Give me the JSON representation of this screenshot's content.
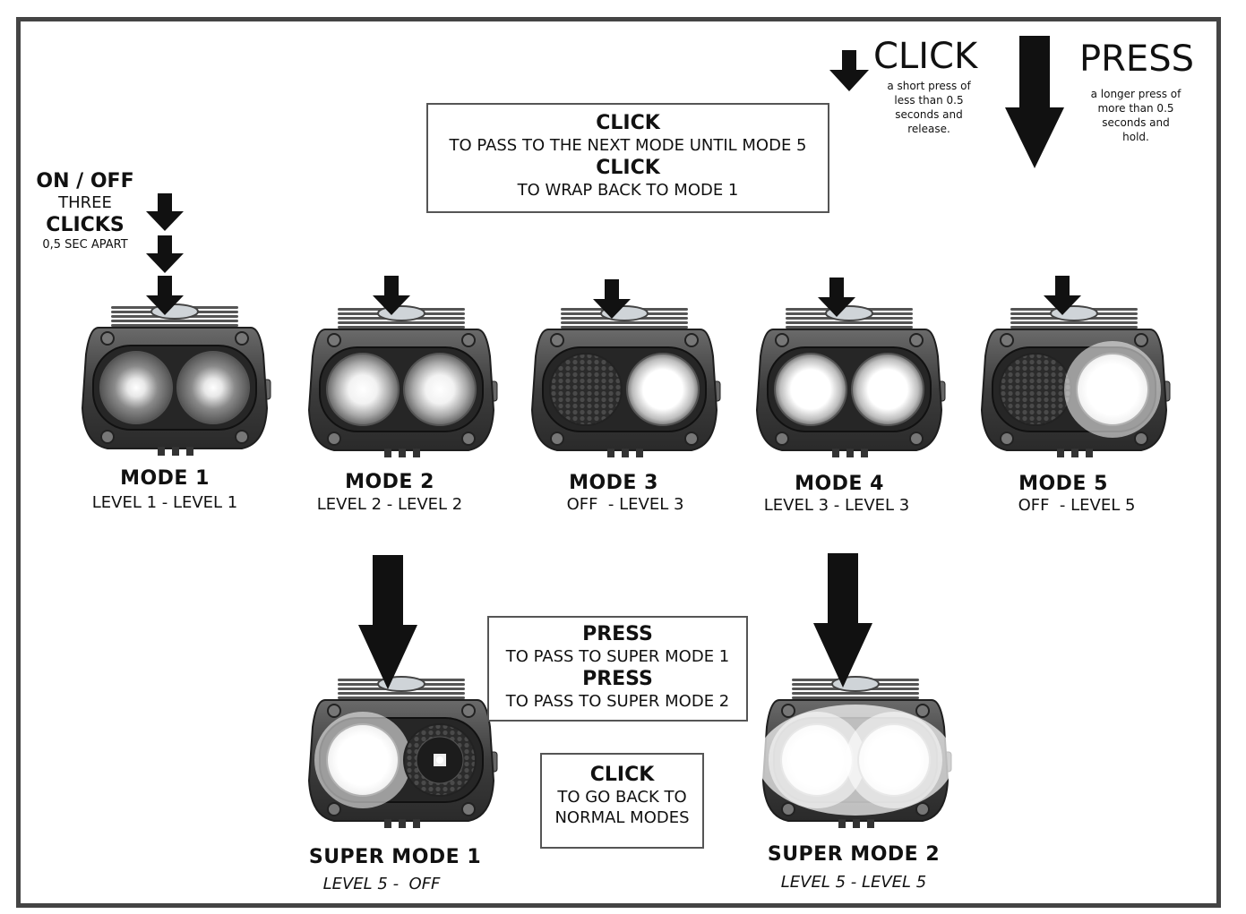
{
  "legend": {
    "click_title": "CLICK",
    "click_desc": [
      "a short press of",
      "less than 0.5",
      "seconds and",
      "release."
    ],
    "press_title": "PRESS",
    "press_desc": [
      "a longer press of",
      "more than 0.5",
      "seconds and",
      "hold."
    ]
  },
  "click_box": {
    "line1": "CLICK",
    "line2": "TO PASS TO THE NEXT MODE UNTIL MODE 5",
    "line3": "CLICK",
    "line4": "TO WRAP BACK TO MODE 1"
  },
  "onoff": {
    "title": "ON / OFF",
    "three": "THREE",
    "clicks": "CLICKS",
    "apart": "0,5 SEC APART"
  },
  "modes": [
    {
      "title": "MODE 1",
      "sub": "LEVEL 1 - LEVEL 1",
      "left": "dim",
      "right": "dim"
    },
    {
      "title": "MODE 2",
      "sub": "LEVEL 2 - LEVEL 2",
      "left": "med",
      "right": "med"
    },
    {
      "title": "MODE 3",
      "sub": "OFF  - LEVEL 3",
      "left": "off",
      "right": "bright"
    },
    {
      "title": "MODE 4",
      "sub": "LEVEL 3 - LEVEL 3",
      "left": "bright",
      "right": "bright"
    },
    {
      "title": "MODE 5",
      "sub": "OFF  - LEVEL 5",
      "left": "off",
      "right": "max"
    }
  ],
  "press_box": {
    "line1": "PRESS",
    "line2": "TO PASS TO SUPER MODE 1",
    "line3": "PRESS",
    "line4": "TO PASS TO SUPER MODE 2"
  },
  "back_box": {
    "line1": "CLICK",
    "line2": "TO GO BACK TO",
    "line3": "NORMAL MODES"
  },
  "super_modes": [
    {
      "title": "SUPER MODE 1",
      "sub": "LEVEL 5 -  OFF"
    },
    {
      "title": "SUPER MODE 2",
      "sub": "LEVEL 5 - LEVEL 5"
    }
  ],
  "colors": {
    "frame": "#444444",
    "arrow": "#111111",
    "lamp_body": "#3a3a3a"
  }
}
